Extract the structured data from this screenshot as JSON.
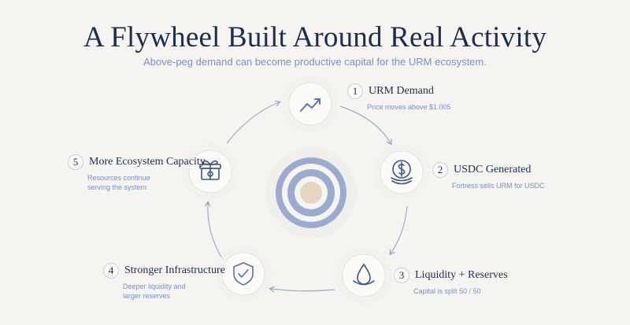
{
  "title": "A Flywheel Built Around Real Activity",
  "subtitle": "Above-peg demand can become productive capital for the URM ecosystem.",
  "colors": {
    "navy": "#1d2d50",
    "accent": "#7b8fc1",
    "ring": "#9aabcf",
    "center_fill": "#e5d6c4",
    "background": "#f6f4f0"
  },
  "steps": [
    {
      "number": "1",
      "name": "URM Demand",
      "desc_lines": [
        "Price moves above $1.005"
      ],
      "icon": "trending-up-icon"
    },
    {
      "number": "2",
      "name": "USDC Generated",
      "desc_lines": [
        "Fortress sells URM for USDC"
      ],
      "icon": "dollar-coins-icon"
    },
    {
      "number": "3",
      "name": "Liquidity + Reserves",
      "desc_lines": [
        "Capital is split 50 / 50"
      ],
      "icon": "water-drop-icon"
    },
    {
      "number": "4",
      "name": "Stronger Infrastructure",
      "desc_lines": [
        "Deeper liquidity and",
        "larger reserves"
      ],
      "icon": "shield-check-icon"
    },
    {
      "number": "5",
      "name": "More Ecosystem Capacity",
      "desc_lines": [
        "Resources continue",
        "serving the system"
      ],
      "icon": "gift-box-icon"
    }
  ]
}
